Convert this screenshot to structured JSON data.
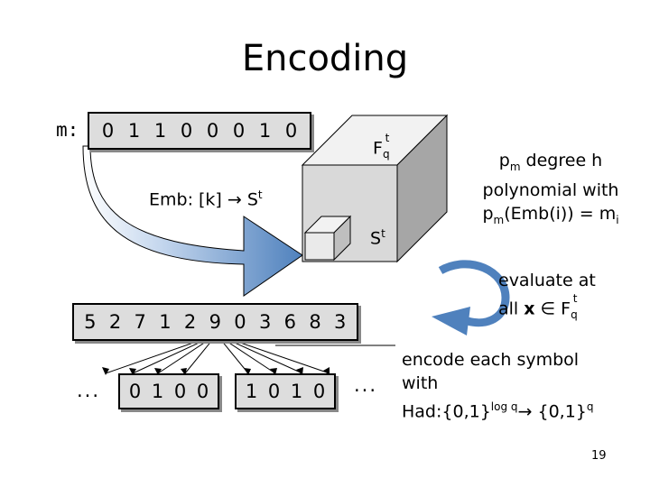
{
  "title": "Encoding",
  "message": {
    "label": "m:",
    "bits": [
      "0",
      "1",
      "1",
      "0",
      "0",
      "0",
      "1",
      "0"
    ]
  },
  "embedding": {
    "label_prefix": "Emb: [k] → S",
    "label_sup": "t"
  },
  "cube": {
    "outer_label": "F",
    "outer_sub": "q",
    "outer_sup": "t",
    "inner_label": "S",
    "inner_sup": "t"
  },
  "polynomial": {
    "line1_p": "p",
    "line1_sub": "m",
    "line1_rest": " degree h",
    "line2": "polynomial with",
    "line3_p": "p",
    "line3_sub": "m",
    "line3_rest": "(Emb(i)) = m",
    "line3_sub2": "i"
  },
  "evaluate": {
    "line1": "evaluate at",
    "line2_prefix": "all ",
    "line2_x": "x",
    "line2_mid": " ∈ F",
    "line2_sub": "q",
    "line2_sup": "t"
  },
  "symbols": [
    "5",
    "2",
    "7",
    "1",
    "2",
    "9",
    "0",
    "3",
    "6",
    "8",
    "3"
  ],
  "codeword": {
    "ellipsis_left": "...",
    "group1": [
      "0",
      "1",
      "0",
      "0"
    ],
    "group2": [
      "1",
      "0",
      "1",
      "0"
    ],
    "ellipsis_right": "..."
  },
  "hadamard": {
    "line1": "encode each symbol",
    "line2": "with",
    "line3_prefix": "Had:{0,1}",
    "line3_sup": "log q",
    "line3_arrow": "→ {0,1}",
    "line3_sup2": "q"
  },
  "page_number": "19",
  "colors": {
    "cube_front": "#d9d9d9",
    "cube_top": "#f2f2f2",
    "cube_side": "#a6a6a6",
    "arrow_fill": "#4f81bd",
    "arrow_light": "#c5d7ee",
    "box_fill": "#dddddd"
  }
}
